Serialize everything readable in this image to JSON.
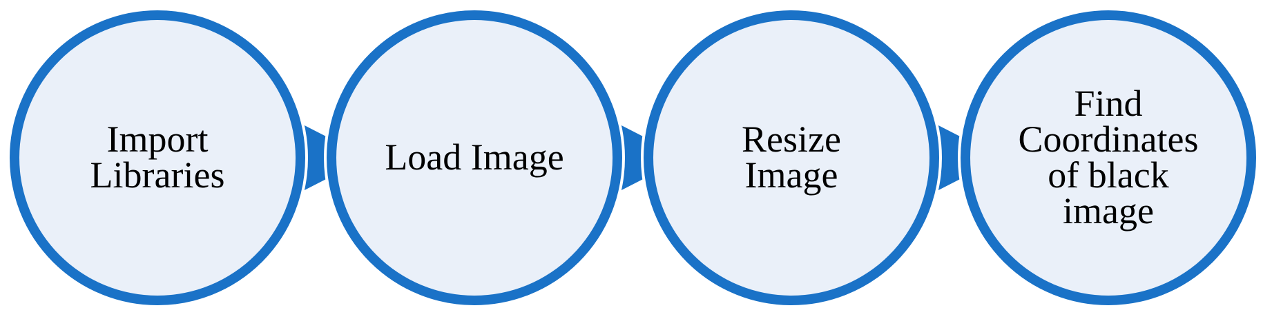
{
  "diagram": {
    "colors": {
      "ring": "#1a72c7",
      "fill": "#eaf0f9",
      "text": "#000000",
      "background": "#ffffff"
    },
    "steps": [
      {
        "lines": [
          "Import",
          "Libraries"
        ]
      },
      {
        "lines": [
          "Load Image"
        ]
      },
      {
        "lines": [
          "Resize",
          "Image"
        ]
      },
      {
        "lines": [
          "Find",
          "Coordinates",
          "of black",
          "image"
        ]
      }
    ]
  }
}
